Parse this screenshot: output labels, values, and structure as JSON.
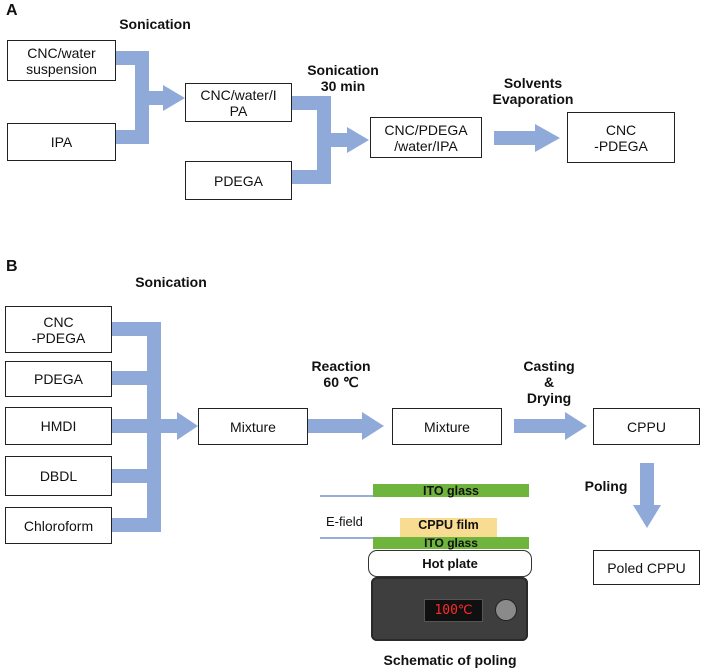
{
  "panel_a": {
    "label": "A",
    "sonication_1": "Sonication",
    "sonication_2": "Sonication\n30 min",
    "evaporation": "Solvents\nEvaporation",
    "boxes": {
      "cnc_water": "CNC/water\nsuspension",
      "ipa": "IPA",
      "cnc_water_ipa": "CNC/water/I\nPA",
      "pdega": "PDEGA",
      "cnc_pdega_water_ipa": "CNC/PDEGA\n/water/IPA",
      "cnc_pdega": "CNC\n-PDEGA"
    }
  },
  "panel_b": {
    "label": "B",
    "sonication": "Sonication",
    "reaction": "Reaction\n60 ℃",
    "casting": "Casting\n&\nDrying",
    "poling": "Poling",
    "boxes": {
      "cnc_pdega": "CNC\n-PDEGA",
      "pdega": "PDEGA",
      "hmdi": "HMDI",
      "dbdl": "DBDL",
      "chloroform": "Chloroform",
      "mixture_1": "Mixture",
      "mixture_2": "Mixture",
      "cppu": "CPPU",
      "poled_cppu": "Poled CPPU"
    },
    "schematic": {
      "ito_top": "ITO glass",
      "efield": "E-field",
      "film": "CPPU film",
      "ito_bottom": "ITO glass",
      "hot_plate": "Hot plate",
      "display": "100℃",
      "caption": "Schematic  of poling"
    }
  },
  "colors": {
    "arrow": "#8fa9d9",
    "ito": "#6fb43c",
    "film": "#f8dc92",
    "device": "#3e3e3e",
    "display_text": "#ff2a2a"
  }
}
